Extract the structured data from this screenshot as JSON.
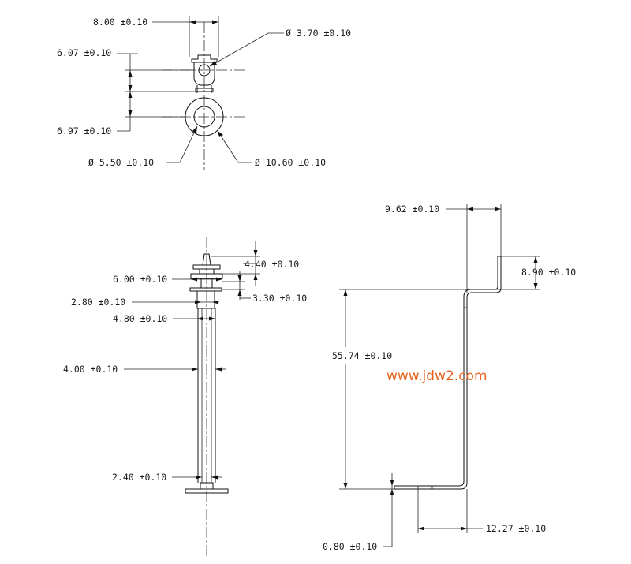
{
  "diagram": {
    "top_view": {
      "width_dim": "8.00 ±0.10",
      "small_hole_dia": "Ø 3.70 ±0.10",
      "upper_offset": "6.07 ±0.10",
      "lower_offset": "6.97 ±0.10",
      "inner_dia": "Ø 5.50 ±0.10",
      "outer_dia": "Ø 10.60 ±0.10"
    },
    "front_view": {
      "head_height": "4.40 ±0.10",
      "head_width": "6.00 ±0.10",
      "neck_height": "3.30 ±0.10",
      "neck_width": "2.80 ±0.10",
      "collar_width": "4.80 ±0.10",
      "shaft_width": "4.00 ±0.10",
      "tip_width": "2.40 ±0.10"
    },
    "side_view": {
      "tab_width": "9.62 ±0.10",
      "tab_height": "8.90 ±0.10",
      "overall_height": "55.74 ±0.10",
      "thickness": "0.80 ±0.10",
      "base_length": "12.27 ±0.10"
    },
    "watermark": "www.jdw2.com",
    "watermark_color": "#e8641e"
  }
}
